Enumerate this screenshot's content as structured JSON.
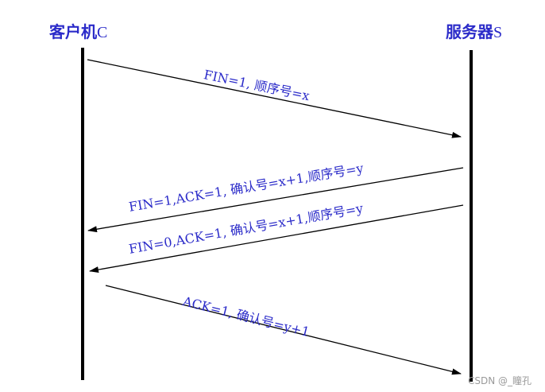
{
  "diagram": {
    "type": "sequence",
    "title": "TCP connection release (three-way)",
    "participants": [
      {
        "id": "client",
        "label": "客户机",
        "suffix": "C"
      },
      {
        "id": "server",
        "label": "服务器",
        "suffix": "S"
      }
    ],
    "messages": [
      {
        "from": "client",
        "to": "server",
        "label": "FIN=1, 顺序号=x"
      },
      {
        "from": "server",
        "to": "client",
        "label": "FIN=1,ACK=1, 确认号=x+1,顺序号=y"
      },
      {
        "from": "server",
        "to": "client",
        "label": "FIN=0,ACK=1, 确认号=x+1,顺序号=y"
      },
      {
        "from": "client",
        "to": "server",
        "label": "ACK=1, 确认号=y+1"
      }
    ],
    "colors": {
      "text": "#2b2bc9",
      "line": "#000000"
    }
  },
  "watermark": "CSDN @_瞳孔"
}
